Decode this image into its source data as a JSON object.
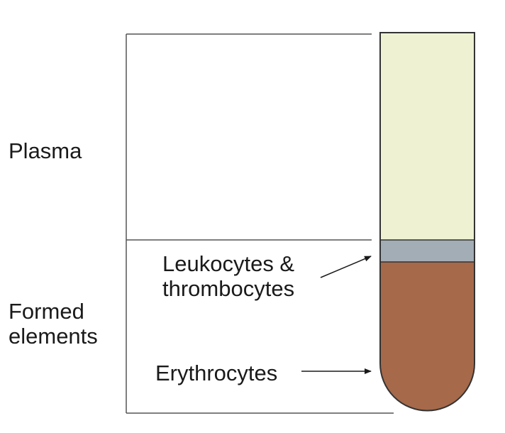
{
  "labels": {
    "plasma": "Plasma",
    "formed_line1": "Formed",
    "formed_line2": "elements",
    "leuko_line1": "Leukocytes &",
    "leuko_line2": "thrombocytes",
    "erythrocytes": "Erythrocytes"
  },
  "colors": {
    "plasma_fill": "#eef2d2",
    "buffy_coat_fill": "#a3adb5",
    "erythrocyte_fill": "#a6694a",
    "outline": "#333333",
    "bracket": "#555555",
    "text": "#1a1a1a"
  }
}
